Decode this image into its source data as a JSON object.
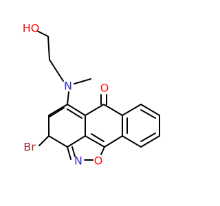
{
  "colors": {
    "bond": "#000000",
    "carbon": "#000000",
    "nitrogen": "#2d2dc9",
    "oxygen": "#ff0d0d",
    "bromine": "#a52a2a",
    "background": "#ffffff"
  },
  "atoms": {
    "hydroxyl": "HO",
    "amine_n": "N",
    "carbonyl_o": "O",
    "bromine": "Br",
    "ring_n": "N",
    "ring_o": "O"
  }
}
